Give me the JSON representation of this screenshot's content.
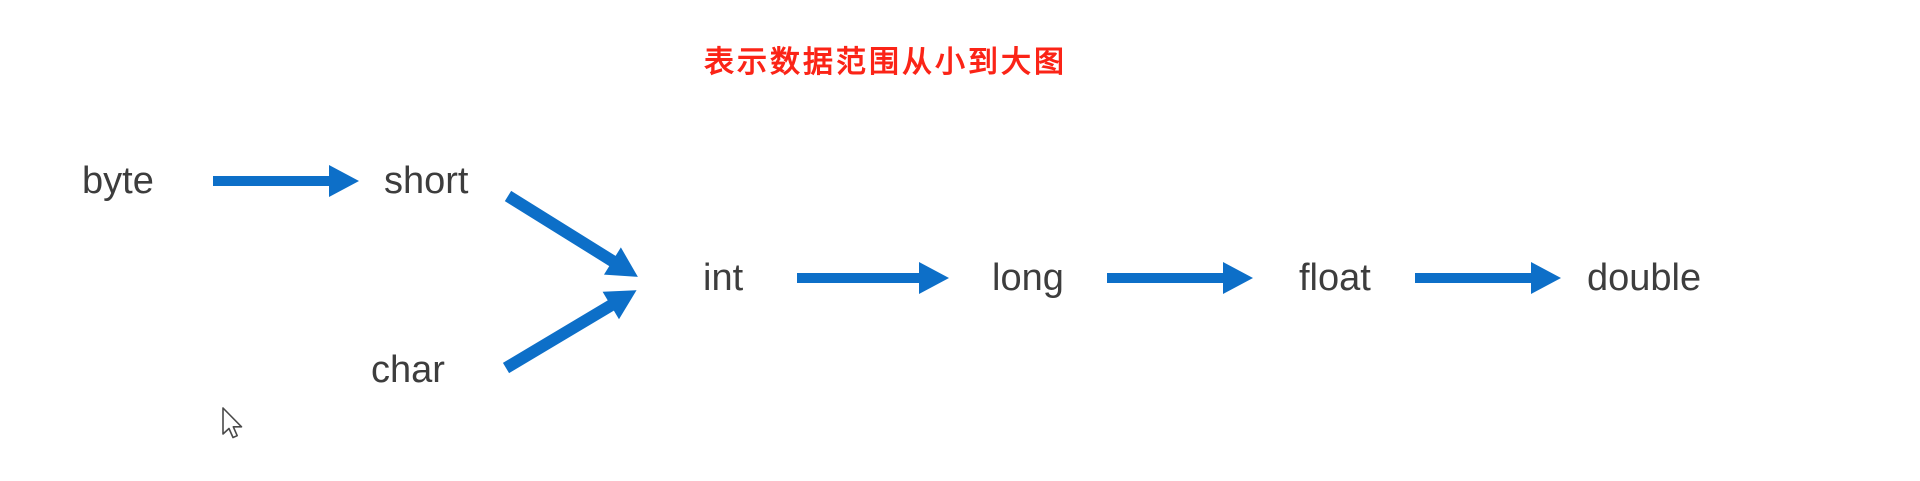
{
  "title": "表示数据范围从小到大图",
  "colors": {
    "arrow": "#0d6fc8",
    "title": "#fb2417",
    "label": "#3d3d3d",
    "background": "#ffffff"
  },
  "nodes": [
    {
      "id": "byte",
      "label": "byte"
    },
    {
      "id": "short",
      "label": "short"
    },
    {
      "id": "char",
      "label": "char"
    },
    {
      "id": "int",
      "label": "int"
    },
    {
      "id": "long",
      "label": "long"
    },
    {
      "id": "float",
      "label": "float"
    },
    {
      "id": "double",
      "label": "double"
    }
  ],
  "edges": [
    {
      "from": "byte",
      "to": "short"
    },
    {
      "from": "short",
      "to": "int"
    },
    {
      "from": "char",
      "to": "int"
    },
    {
      "from": "int",
      "to": "long"
    },
    {
      "from": "long",
      "to": "float"
    },
    {
      "from": "float",
      "to": "double"
    }
  ],
  "cursor": "arrow-pointer"
}
